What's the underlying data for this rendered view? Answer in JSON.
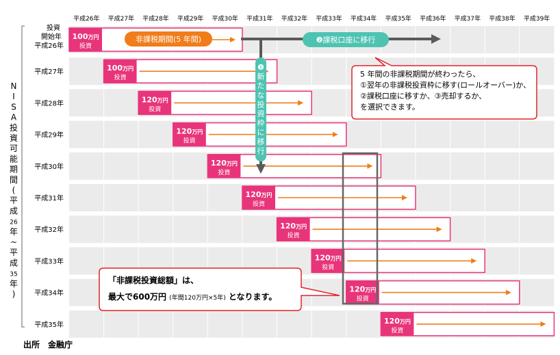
{
  "years": [
    "平成26年",
    "平成27年",
    "平成28年",
    "平成29年",
    "平成30年",
    "平成31年",
    "平成32年",
    "平成33年",
    "平成34年",
    "平成35年",
    "平成36年",
    "平成37年",
    "平成38年",
    "平成39年"
  ],
  "row_start_header": [
    "投資",
    "開始年"
  ],
  "row_labels": [
    "平成26年",
    "平成27年",
    "平成28年",
    "平成29年",
    "平成30年",
    "平成31年",
    "平成32年",
    "平成33年",
    "平成34年",
    "平成35年"
  ],
  "vertical_title_chars": [
    "N",
    "I",
    "S",
    "A",
    "投",
    "資",
    "可",
    "能",
    "期",
    "間",
    "(",
    "平",
    "成",
    "26",
    "年",
    "~",
    "平",
    "成",
    "35",
    "年",
    ")"
  ],
  "investments": [
    {
      "amount": "100",
      "unit": "万円",
      "sub": "投資"
    },
    {
      "amount": "100",
      "unit": "万円",
      "sub": "投資"
    },
    {
      "amount": "120",
      "unit": "万円",
      "sub": "投資"
    },
    {
      "amount": "120",
      "unit": "万円",
      "sub": "投資"
    },
    {
      "amount": "120",
      "unit": "万円",
      "sub": "投資"
    },
    {
      "amount": "120",
      "unit": "万円",
      "sub": "投資"
    },
    {
      "amount": "120",
      "unit": "万円",
      "sub": "投資"
    },
    {
      "amount": "120",
      "unit": "万円",
      "sub": "投資"
    },
    {
      "amount": "120",
      "unit": "万円",
      "sub": "投資"
    },
    {
      "amount": "120",
      "unit": "万円",
      "sub": "投資"
    }
  ],
  "tax_free_period_label": "非課税期間(5 年間)",
  "move_to_taxable_label": "❷課税口座に移行",
  "new_frame_label_chars": [
    "❶",
    "新",
    "た",
    "な",
    "投",
    "資",
    "枠",
    "に",
    "移",
    "行"
  ],
  "callout_options": [
    "5 年間の非課税期間が終わったら、",
    "①翌年の非課税投資枠に移す(ロールオーバー)か、",
    "②課税口座に移すか、③売却するか、",
    "を選択できます。"
  ],
  "callout_total_line1": "「非課税投資総額」は、",
  "callout_total_line2_main": "最大で600万円",
  "callout_total_line2_note": "(年間120万円×5年)",
  "callout_total_line2_end": "となります。",
  "source_label": "出所　金融庁",
  "colors": {
    "pink": "#e8347a",
    "orange": "#f07d1a",
    "teal": "#4ec3b2",
    "gray_arrow": "#5a5a5a",
    "red_border": "#e0232a",
    "row_bg": "#ebebeb"
  }
}
